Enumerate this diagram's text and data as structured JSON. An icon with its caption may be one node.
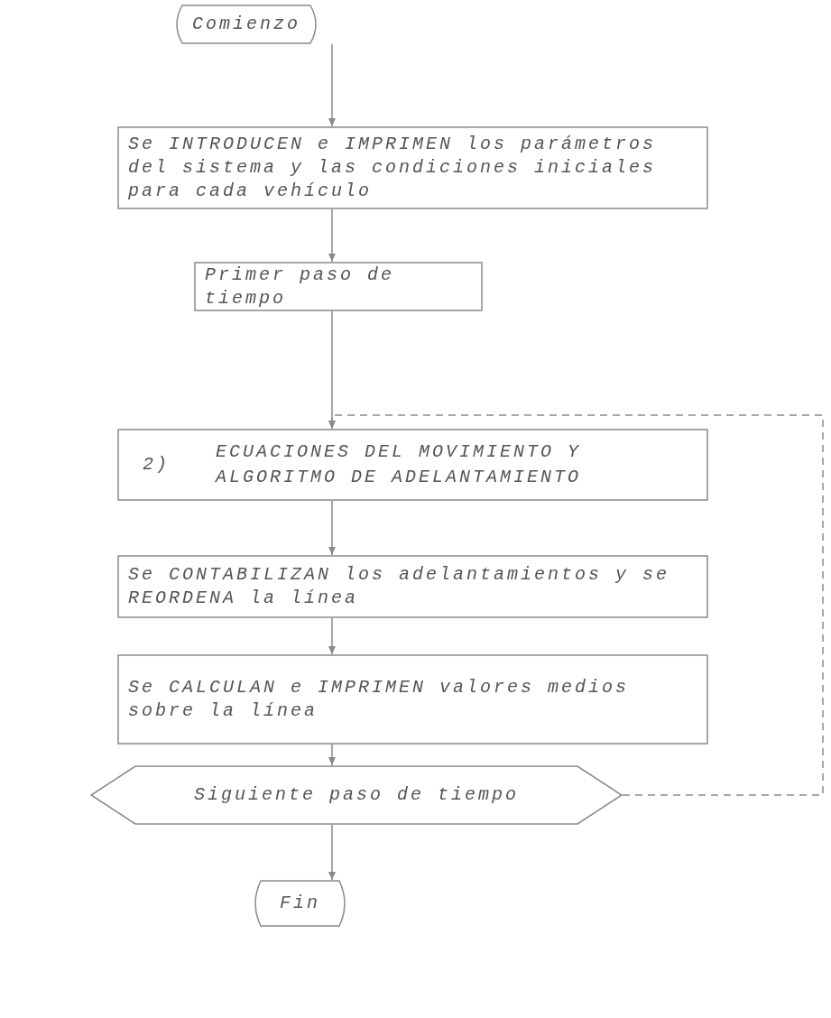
{
  "diagram": {
    "nodes": [
      {
        "text": [
          "Comienzo"
        ]
      },
      {
        "text": [
          "Se INTRODUCEN e IMPRIMEN los parámetros del sistema y las condiciones iniciales para cada vehículo"
        ]
      },
      {
        "text": [
          "Primer paso de tiempo"
        ]
      },
      {
        "text": [
          "2)",
          "ECUACIONES DEL MOVIMIENTO Y ALGORITMO DE ADELANTAMIENTO"
        ]
      },
      {
        "text": [
          "Se CONTABILIZAN los adelantamientos y se REORDENA la línea"
        ]
      },
      {
        "text": [
          "Se CALCULAN e IMPRIMEN valores medios sobre la línea"
        ]
      },
      {
        "text": [
          "Siguiente paso de tiempo"
        ]
      },
      {
        "text": [
          "Fin"
        ]
      }
    ],
    "edges": [
      {
        "from": 0,
        "to": 1,
        "arrow": "to"
      },
      {
        "from": 1,
        "to": 2,
        "arrow": "to"
      },
      {
        "from": 2,
        "to": 3,
        "arrow": "to"
      },
      {
        "from": 3,
        "to": 4,
        "arrow": "to"
      },
      {
        "from": 4,
        "to": 5,
        "arrow": "to"
      },
      {
        "from": 5,
        "to": 6,
        "arrow": "to"
      },
      {
        "from": 6,
        "to": 7,
        "arrow": "to"
      },
      {
        "from": 6,
        "to": 3,
        "arrow": "to",
        "style": "dashed"
      }
    ]
  }
}
